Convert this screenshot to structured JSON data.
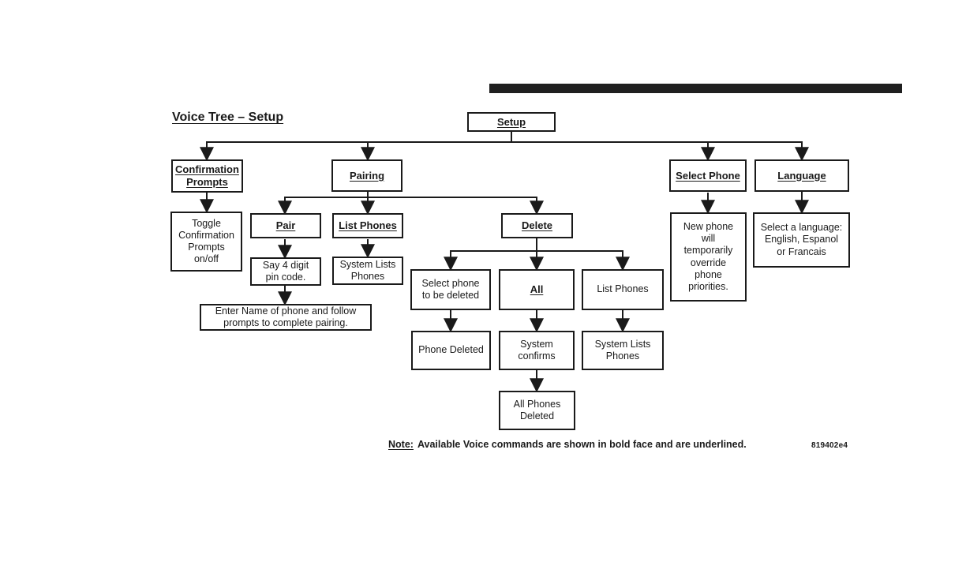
{
  "title": "Voice Tree – Setup",
  "note": {
    "label": "Note:",
    "text": "Available Voice commands are shown in bold face and are underlined."
  },
  "figure_code": "819402e4",
  "colors": {
    "ink": "#1a1a1a",
    "paper": "#ffffff",
    "header_bar": "#1f1f1f"
  },
  "nodes": {
    "setup": {
      "label": "Setup",
      "voice_command": true
    },
    "confirmation_prompts": {
      "label": "Confirmation\nPrompts",
      "voice_command": true
    },
    "pairing": {
      "label": "Pairing",
      "voice_command": true
    },
    "select_phone": {
      "label": "Select Phone",
      "voice_command": true
    },
    "language": {
      "label": "Language",
      "voice_command": true
    },
    "toggle_confirmation": {
      "label": "Toggle\nConfirmation\nPrompts\non/off",
      "voice_command": false
    },
    "pair": {
      "label": "Pair",
      "voice_command": true
    },
    "list_phones_pairing": {
      "label": "List Phones",
      "voice_command": true
    },
    "delete": {
      "label": "Delete",
      "voice_command": true
    },
    "say_pin": {
      "label": "Say 4 digit\npin code.",
      "voice_command": false
    },
    "system_lists_phones_1": {
      "label": "System Lists\nPhones",
      "voice_command": false
    },
    "enter_name": {
      "label": "Enter Name of phone and follow\nprompts to complete pairing.",
      "voice_command": false
    },
    "select_phone_to_delete": {
      "label": "Select phone\nto be deleted",
      "voice_command": false
    },
    "all": {
      "label": "All",
      "voice_command": true
    },
    "list_phones_delete": {
      "label": "List Phones",
      "voice_command": false
    },
    "phone_deleted": {
      "label": "Phone Deleted",
      "voice_command": false
    },
    "system_confirms": {
      "label": "System\nconfirms",
      "voice_command": false
    },
    "system_lists_phones_2": {
      "label": "System Lists\nPhones",
      "voice_command": false
    },
    "all_phones_deleted": {
      "label": "All Phones\nDeleted",
      "voice_command": false
    },
    "new_phone_override": {
      "label": "New phone\nwill\ntemporarily\noverride\nphone\npriorities.",
      "voice_command": false
    },
    "select_language": {
      "label": "Select a language:\nEnglish, Espanol\nor Francais",
      "voice_command": false
    }
  },
  "edges": [
    [
      "setup",
      "confirmation_prompts"
    ],
    [
      "setup",
      "pairing"
    ],
    [
      "setup",
      "select_phone"
    ],
    [
      "setup",
      "language"
    ],
    [
      "confirmation_prompts",
      "toggle_confirmation"
    ],
    [
      "pairing",
      "pair"
    ],
    [
      "pairing",
      "list_phones_pairing"
    ],
    [
      "pairing",
      "delete"
    ],
    [
      "pair",
      "say_pin"
    ],
    [
      "say_pin",
      "enter_name"
    ],
    [
      "list_phones_pairing",
      "system_lists_phones_1"
    ],
    [
      "delete",
      "select_phone_to_delete"
    ],
    [
      "delete",
      "all"
    ],
    [
      "delete",
      "list_phones_delete"
    ],
    [
      "select_phone_to_delete",
      "phone_deleted"
    ],
    [
      "all",
      "system_confirms"
    ],
    [
      "system_confirms",
      "all_phones_deleted"
    ],
    [
      "list_phones_delete",
      "system_lists_phones_2"
    ],
    [
      "select_phone",
      "new_phone_override"
    ],
    [
      "language",
      "select_language"
    ]
  ]
}
